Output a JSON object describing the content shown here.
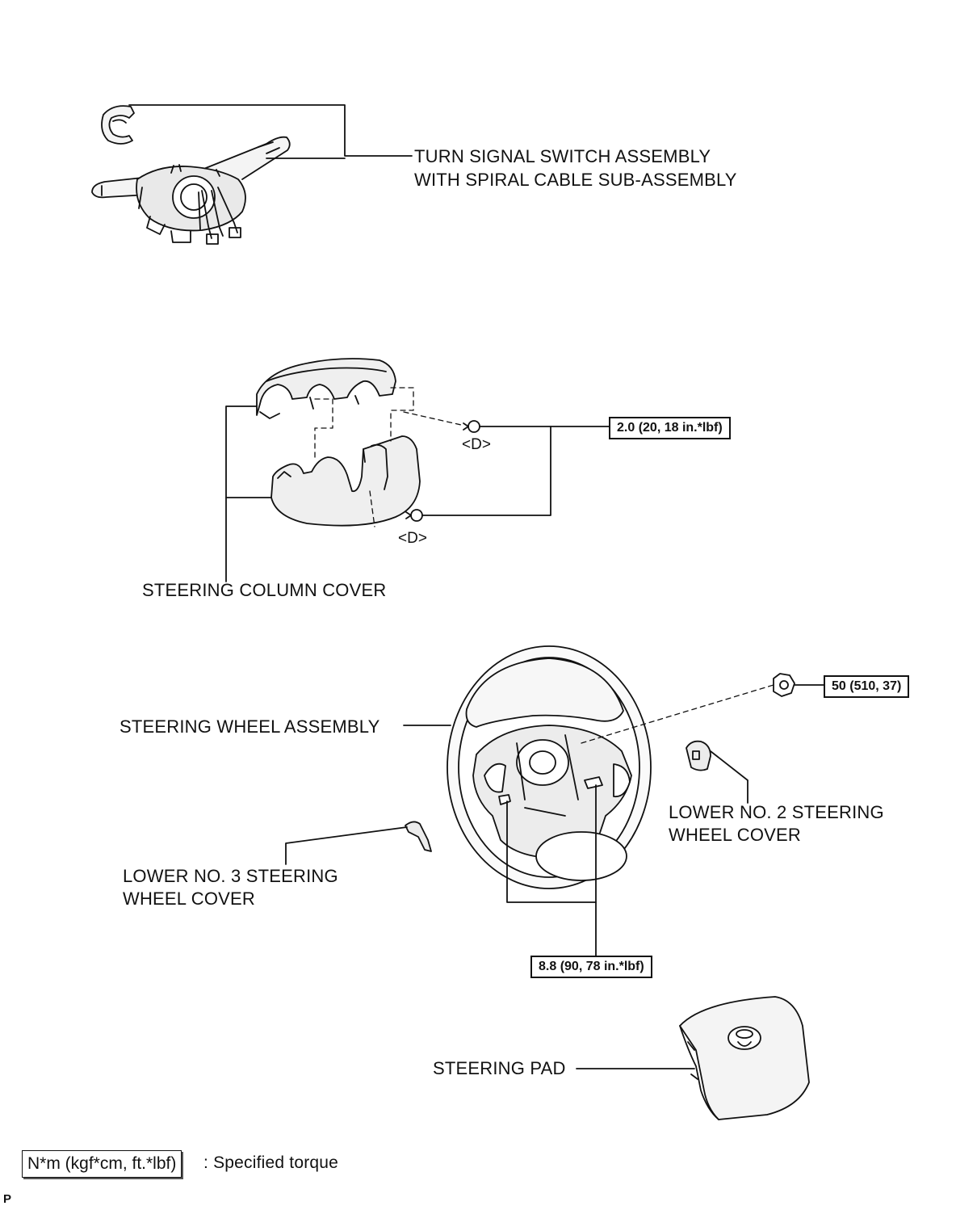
{
  "labels": {
    "turn_signal_line1": "TURN SIGNAL SWITCH ASSEMBLY",
    "turn_signal_line2": "WITH SPIRAL CABLE SUB-ASSEMBLY",
    "steering_column_cover": "STEERING COLUMN COVER",
    "steering_wheel_assembly": "STEERING WHEEL ASSEMBLY",
    "lower_no2_line1": "LOWER NO. 2 STEERING",
    "lower_no2_line2": "WHEEL COVER",
    "lower_no3_line1": "LOWER NO. 3 STEERING",
    "lower_no3_line2": "WHEEL COVER",
    "steering_pad": "STEERING PAD",
    "screw_mark_upper": "<D>",
    "screw_mark_lower": "<D>"
  },
  "torque_specs": {
    "column_cover_screws": "2.0 (20, 18 in.*lbf)",
    "wheel_nut": "50 (510, 37)",
    "wheel_cover_screws": "8.8 (90, 78 in.*lbf)"
  },
  "legend": {
    "unit_box": "N*m (kgf*cm, ft.*lbf)",
    "description": ": Specified torque"
  },
  "footer_mark": "P"
}
